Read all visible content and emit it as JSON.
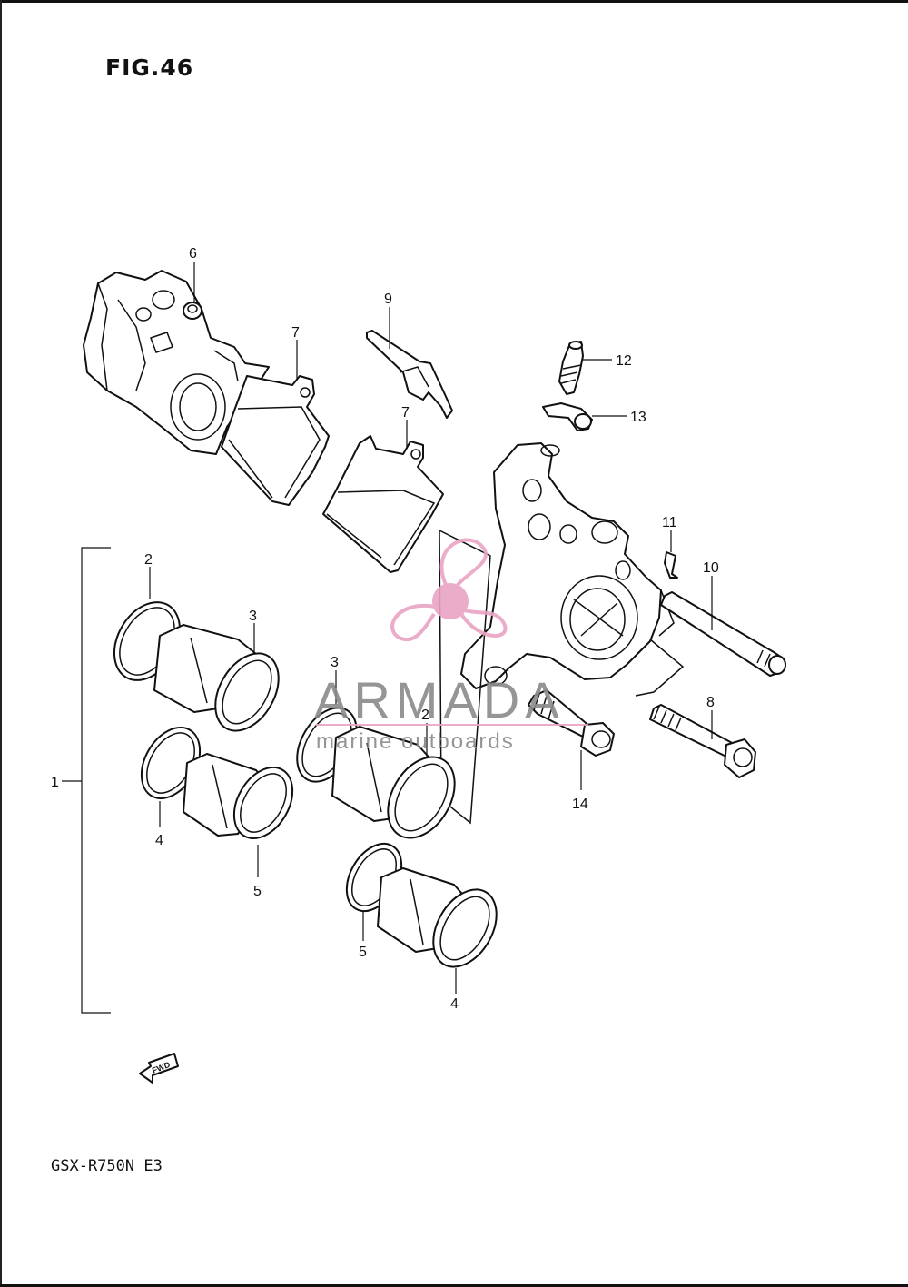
{
  "figure": {
    "title": "FIG.46",
    "model": "GSX-R750N E3"
  },
  "callouts": [
    "1",
    "2",
    "3",
    "4",
    "5",
    "2",
    "3",
    "4",
    "5",
    "6",
    "7",
    "7",
    "8",
    "9",
    "10",
    "11",
    "12",
    "13",
    "14"
  ],
  "fwd_label": "FWD",
  "watermark": {
    "brand": "ARMADA",
    "tagline": "marine outboards",
    "accent_color": "#e8a4c4",
    "text_color": "#8a8a8a"
  }
}
